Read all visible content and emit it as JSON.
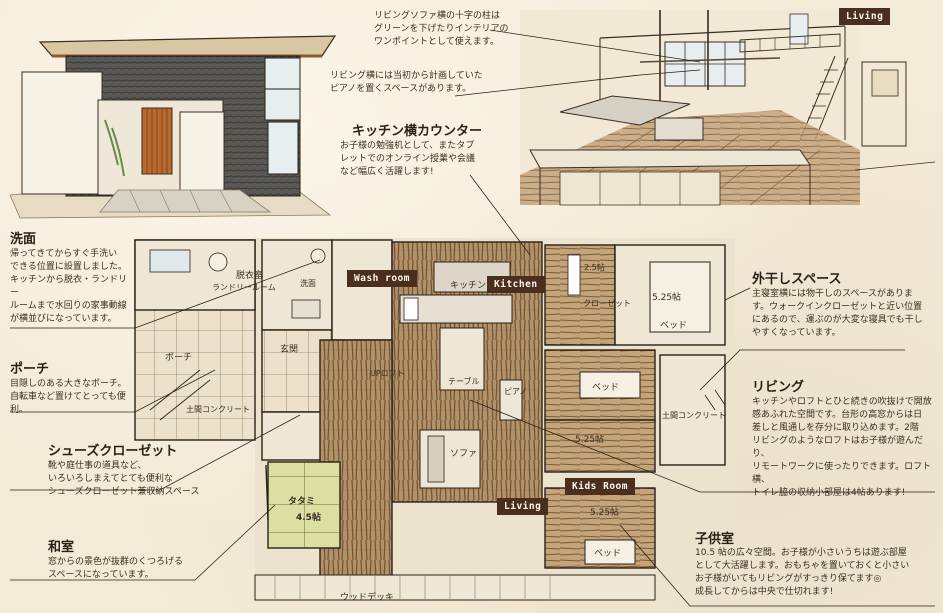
{
  "tags": {
    "living_top": "Living",
    "wash_room": "Wash room",
    "kitchen": "Kitchen",
    "kids_room": "Kids Room",
    "living_bottom": "Living"
  },
  "annotations": {
    "cross_beam": {
      "desc": "リビングソファ横の十字の柱は\nグリーンを下げたりインテリアの\nワンポイントとして使えます。"
    },
    "piano": {
      "desc": "リビング横には当初から計画していた\nピアノを置くスペースがあります。"
    },
    "kitchen_counter": {
      "title": "キッチン横カウンター",
      "desc": "お子様の勉強机として、またタブ\nレットでのオンライン授業や会議\nなど幅広く活躍します!"
    },
    "senmen": {
      "title": "洗面",
      "desc": "帰ってきてからすぐ手洗い\nできる位置に設置しました。\nキッチンから脱衣・ランドリー\nルームまで水回りの家事動線\nが横並びになっています。"
    },
    "porch": {
      "title": "ポーチ",
      "desc": "目隠しのある大きなポーチ。\n自転車など置けてとっても便利。"
    },
    "shoes_closet": {
      "title": "シューズクローゼット",
      "desc": "靴や庭仕事の道具など、\nいろいろしまえてとても便利な\nシューズクローゼット兼収納スペース"
    },
    "washitsu": {
      "title": "和室",
      "desc": "窓からの景色が抜群のくつろげる\nスペースになっています。"
    },
    "sotoboshi": {
      "title": "外干しスペース",
      "desc": "主寝室横には物干しのスペースがありま\nす。ウォークインクローゼットと近い位置\nにあるので、運ぶのが大変な寝具でも干し\nやすくなっています。"
    },
    "living": {
      "title": "リビング",
      "desc": "キッチンやロフトとひと続きの吹抜けで開放\n感あふれた空間です。台形の高窓からは日\n差しと風通しを存分に取り込めます。2階\nリビングのようなロフトはお子様が遊んだり、\nリモートワークに使ったりできます。ロフト横、\nトイレ脇の収納小部屋は4帖あります!"
    },
    "kodomo": {
      "title": "子供室",
      "desc": "10.5 帖の広々空間。お子様が小さいうちは遊ぶ部屋\nとして大活躍します。おもちゃを置いておくと小さい\nお子様がいてもリビングがすっきり保てます◎\n成長してからは中央で仕切れます!"
    }
  },
  "plan_labels": {
    "datsui": "脱衣室",
    "laundry": "ランドリールーム",
    "porch": "ポーチ",
    "genkan": "玄関",
    "doma": "土間コンクリート",
    "up_loft": "UPロフト",
    "kitchen": "キッチン",
    "table": "テーブル",
    "sofa": "ソファ",
    "piano": "ピアノ",
    "tatami": "タタミ",
    "tatami_size": "4.5帖",
    "bed1": "ベッド",
    "bed2": "ベッド",
    "bed3": "ベッド",
    "room_size1": "5.25帖",
    "room_size2": "5.25帖",
    "room_size3": "5.25帖",
    "closet_size": "2.5帖",
    "wood_deck": "ウッドデッキ",
    "doma2": "土間コンクリート",
    "lavatory": "洗面",
    "wic": "クローゼット"
  },
  "colors": {
    "tag_bg": "#4a2e1e",
    "wood_floor": "#a8865c",
    "tatami": "#d9dea0",
    "door_wood": "#b86a2e"
  }
}
